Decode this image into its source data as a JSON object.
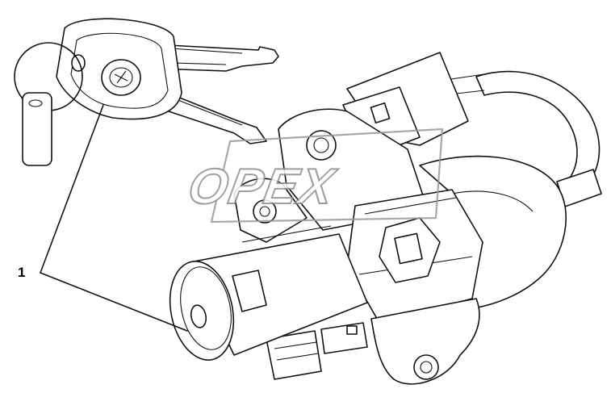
{
  "diagram": {
    "subject": "ignition-switch-with-keys",
    "callouts": [
      {
        "label": "1"
      }
    ],
    "watermark": {
      "text": "OPEX"
    }
  }
}
